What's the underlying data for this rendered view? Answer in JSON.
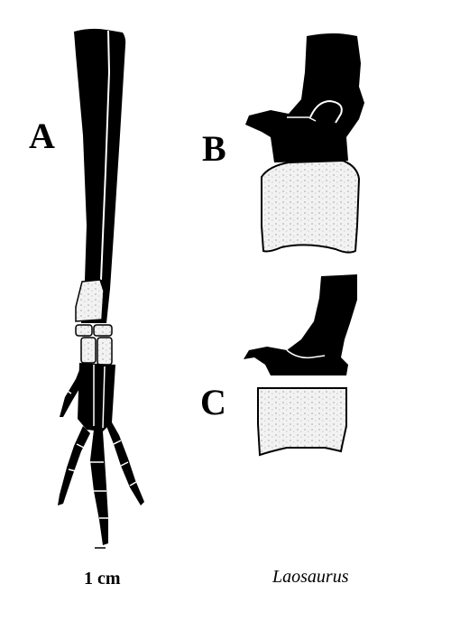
{
  "figure": {
    "panels": [
      {
        "id": "A",
        "label": "A"
      },
      {
        "id": "B",
        "label": "B"
      },
      {
        "id": "C",
        "label": "C"
      }
    ],
    "scale_bar": {
      "label": "1 cm"
    },
    "taxon": {
      "name": "Laosaurus"
    }
  },
  "colors": {
    "bone_dark": "#000000",
    "bone_light": "#f2f2f2",
    "background": "#ffffff"
  }
}
